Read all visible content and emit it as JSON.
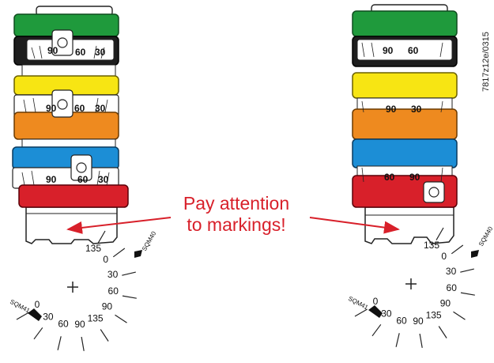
{
  "callout": {
    "line1": "Pay attention",
    "line2": "to markings!"
  },
  "document_id": "7817z12e/0315",
  "colors": {
    "green": "#1f9a3c",
    "black": "#1e1e1e",
    "yellow": "#f7e513",
    "orange": "#ee8a1f",
    "blue": "#1c8ed6",
    "red": "#d8202a",
    "accent": "#d8202a"
  },
  "left_assembly": {
    "ring_order": [
      "green",
      "black",
      "yellow",
      "orange",
      "blue",
      "red"
    ],
    "dial_digits": [
      "90",
      "60",
      "30"
    ]
  },
  "right_assembly": {
    "ring_order": [
      "green",
      "black",
      "yellow",
      "orange",
      "blue",
      "red"
    ],
    "dial_digits": [
      "90",
      "60",
      "30"
    ]
  },
  "scale": {
    "left_marks": [
      "135",
      "0",
      "30",
      "60",
      "90",
      "135",
      "90",
      "60",
      "30",
      "0"
    ],
    "end_label_a": "SQM41",
    "end_label_b": "SQM40"
  }
}
